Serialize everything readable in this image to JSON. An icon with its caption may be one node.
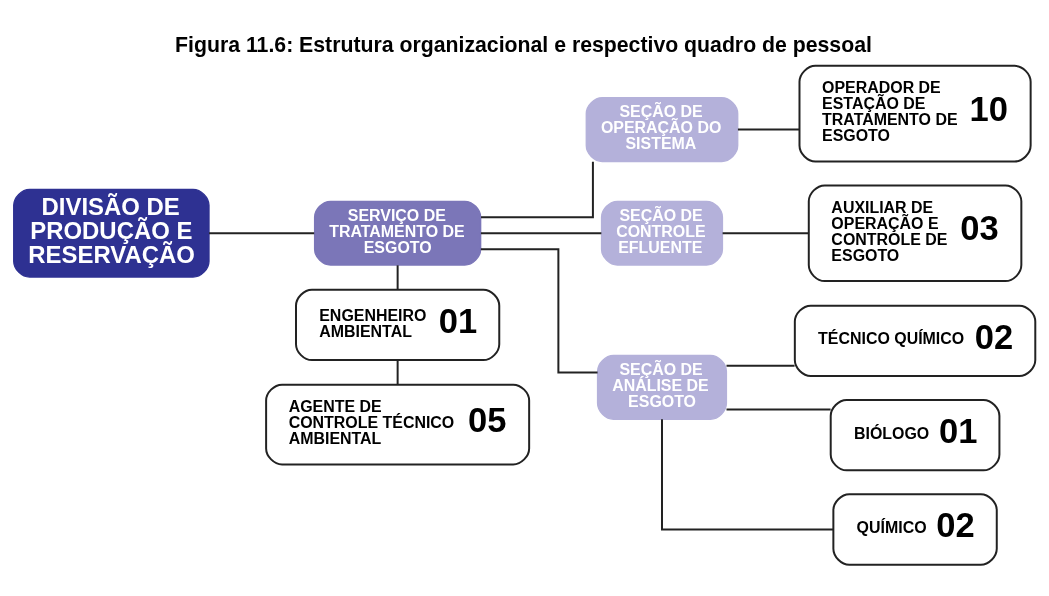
{
  "diagram": {
    "title": "Figura 11.6: Estrutura organizacional e respectivo quadro de pessoal",
    "nodes": [
      {
        "text": [
          "DIVISÃO DE PRODUÇÃO E RESERVAÇÃO"
        ]
      },
      {
        "text": [
          "SERVIÇO DE TRATAMENTO DE ESGOTO"
        ]
      },
      {
        "text": [
          "SEÇÃO DE OPERAÇÃO DO SISTEMA"
        ]
      },
      {
        "text": [
          "OPERADOR DE ESTAÇÃO DE TRATAMENTO DE ESGOTO",
          "10"
        ]
      },
      {
        "text": [
          "SEÇÃO DE CONTROLE EFLUENTE"
        ]
      },
      {
        "text": [
          "AUXILIAR DE OPERAÇÃO E CONTROLE DE ESGOTO",
          "03"
        ]
      },
      {
        "text": [
          "ENGENHEIRO AMBIENTAL",
          "01"
        ]
      },
      {
        "text": [
          "AGENTE DE CONTROLE TÉCNICO AMBIENTAL",
          "05"
        ]
      },
      {
        "text": [
          "SEÇÃO DE ANÁLISE DE ESGOTO"
        ]
      },
      {
        "text": [
          "TÉCNICO QUÍMICO",
          "02"
        ]
      },
      {
        "text": [
          "BIÓLOGO",
          "01"
        ]
      },
      {
        "text": [
          "QUÍMICO",
          "02"
        ]
      }
    ],
    "edges": [
      {
        "from": 0,
        "to": 1,
        "arrow": "none"
      },
      {
        "from": 1,
        "to": 2,
        "arrow": "none"
      },
      {
        "from": 1,
        "to": 4,
        "arrow": "none"
      },
      {
        "from": 1,
        "to": 8,
        "arrow": "none"
      },
      {
        "from": 2,
        "to": 3,
        "arrow": "none"
      },
      {
        "from": 4,
        "to": 5,
        "arrow": "none"
      },
      {
        "from": 1,
        "to": 6,
        "arrow": "none"
      },
      {
        "from": 6,
        "to": 7,
        "arrow": "none"
      },
      {
        "from": 8,
        "to": 9,
        "arrow": "none"
      },
      {
        "from": 8,
        "to": 10,
        "arrow": "none"
      },
      {
        "from": 8,
        "to": 11,
        "arrow": "none"
      }
    ]
  }
}
